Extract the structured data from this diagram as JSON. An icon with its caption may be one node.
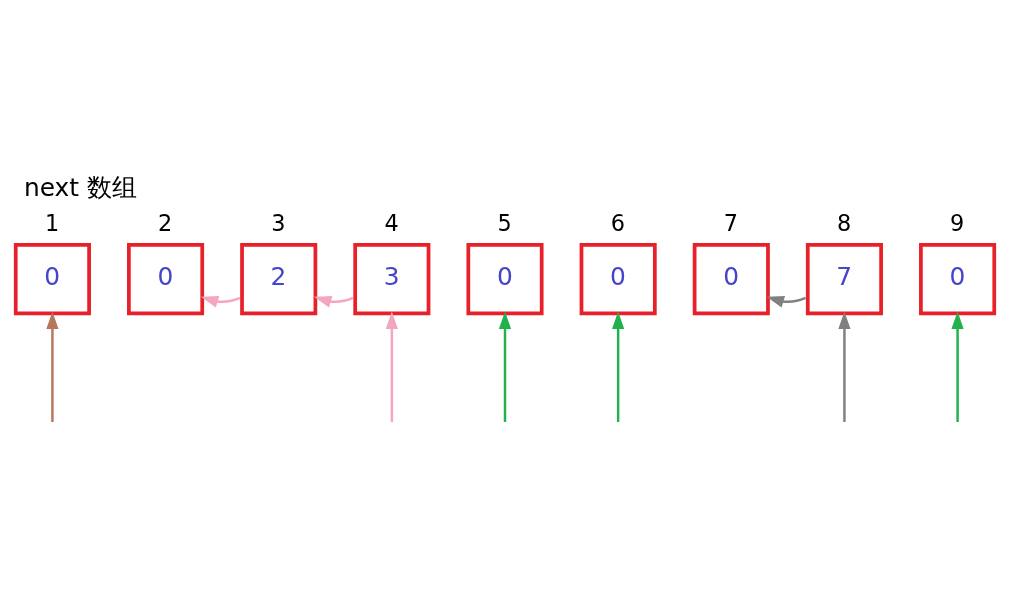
{
  "diagram": {
    "title": "next 数组",
    "nodes": [
      {
        "text": [
          "0"
        ],
        "beside": [
          "1"
        ]
      },
      {
        "text": [
          "0"
        ],
        "beside": [
          "2"
        ]
      },
      {
        "text": [
          "2"
        ],
        "beside": [
          "3"
        ]
      },
      {
        "text": [
          "3"
        ],
        "beside": [
          "4"
        ]
      },
      {
        "text": [
          "0"
        ],
        "beside": [
          "5"
        ]
      },
      {
        "text": [
          "0"
        ],
        "beside": [
          "6"
        ]
      },
      {
        "text": [
          "0"
        ],
        "beside": [
          "7"
        ]
      },
      {
        "text": [
          "7"
        ],
        "beside": [
          "8"
        ]
      },
      {
        "text": [
          "0"
        ],
        "beside": [
          "9"
        ]
      }
    ],
    "edges": [
      {
        "from": null,
        "to": 0,
        "arrow": "to",
        "color": "#b5785a"
      },
      {
        "from": null,
        "to": 3,
        "arrow": "to",
        "color": "#f4a6c0"
      },
      {
        "from": 3,
        "to": 2,
        "arrow": "to",
        "color": "#f4a6c0"
      },
      {
        "from": 2,
        "to": 1,
        "arrow": "to",
        "color": "#f4a6c0"
      },
      {
        "from": null,
        "to": 4,
        "arrow": "to",
        "color": "#22b14c"
      },
      {
        "from": null,
        "to": 5,
        "arrow": "to",
        "color": "#22b14c"
      },
      {
        "from": null,
        "to": 7,
        "arrow": "to",
        "color": "#808080"
      },
      {
        "from": 7,
        "to": 6,
        "arrow": "to",
        "color": "#808080"
      },
      {
        "from": null,
        "to": 8,
        "arrow": "to",
        "color": "#22b14c"
      }
    ]
  }
}
